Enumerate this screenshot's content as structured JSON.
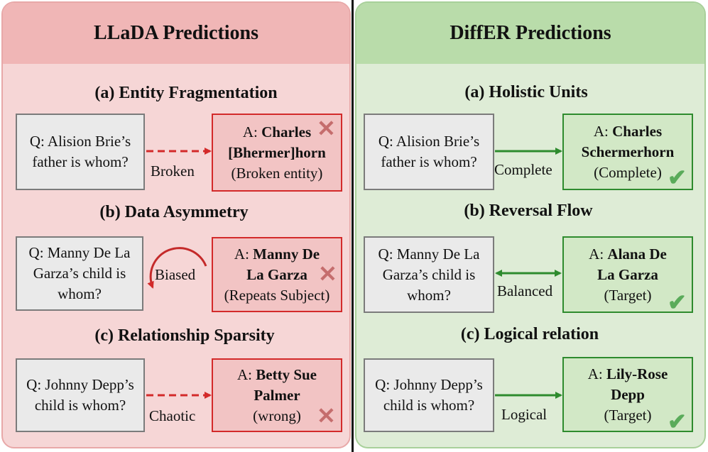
{
  "colors": {
    "left_bg": "#f6d6d6",
    "left_header": "#f0b6b6",
    "right_bg": "#deecd6",
    "right_header": "#b9dcaa",
    "red_accent": "#d32a2a",
    "green_accent": "#2e8b2e",
    "question_box": "#eaeaea"
  },
  "left": {
    "title": "LLaDA Predictions",
    "sections": [
      {
        "title": "(a) Entity Fragmentation",
        "question": [
          "Q: Alision Brie’s",
          "father is whom?"
        ],
        "answer_prefix": "A: ",
        "answer_bold_1": "Charles",
        "answer_bold_2": "[Bhermer]horn",
        "answer_note": "(Broken entity)",
        "edge_label": "Broken",
        "mark_icon": "x-icon",
        "mark_glyph": "✕"
      },
      {
        "title": "(b) Data Asymmetry",
        "question": [
          "Q: Manny De La",
          "Garza’s child is",
          "whom?"
        ],
        "answer_prefix": "A: ",
        "answer_bold_1": "Manny De",
        "answer_bold_2": "La Garza",
        "answer_note": "(Repeats Subject)",
        "edge_label": "Biased",
        "mark_icon": "x-icon",
        "mark_glyph": "✕"
      },
      {
        "title": "(c) Relationship Sparsity",
        "question": [
          "Q: Johnny Depp’s",
          "child is whom?"
        ],
        "answer_prefix": "A: ",
        "answer_bold_1": "Betty Sue",
        "answer_bold_2": "Palmer",
        "answer_note": "(wrong)",
        "edge_label": "Chaotic",
        "mark_icon": "x-icon",
        "mark_glyph": "✕"
      }
    ]
  },
  "right": {
    "title": "DiffER Predictions",
    "sections": [
      {
        "title": "(a) Holistic Units",
        "question": [
          "Q: Alision Brie’s",
          "father is whom?"
        ],
        "answer_prefix": "A: ",
        "answer_bold_1": "Charles",
        "answer_bold_2": "Schermerhorn",
        "answer_note": "(Complete)",
        "edge_label": "Complete",
        "mark_icon": "check-icon",
        "mark_glyph": "✔"
      },
      {
        "title": "(b) Reversal Flow",
        "question": [
          "Q: Manny De La",
          "Garza’s child is",
          "whom?"
        ],
        "answer_prefix": "A: ",
        "answer_bold_1": "Alana De",
        "answer_bold_2": "La Garza",
        "answer_note": "(Target)",
        "edge_label": "Balanced",
        "mark_icon": "check-icon",
        "mark_glyph": "✔"
      },
      {
        "title": "(c) Logical relation",
        "question": [
          "Q: Johnny Depp’s",
          "child is whom?"
        ],
        "answer_prefix": "A: ",
        "answer_bold_1": "Lily-Rose",
        "answer_bold_2": "Depp",
        "answer_note": "(Target)",
        "edge_label": "Logical",
        "mark_icon": "check-icon",
        "mark_glyph": "✔"
      }
    ]
  }
}
